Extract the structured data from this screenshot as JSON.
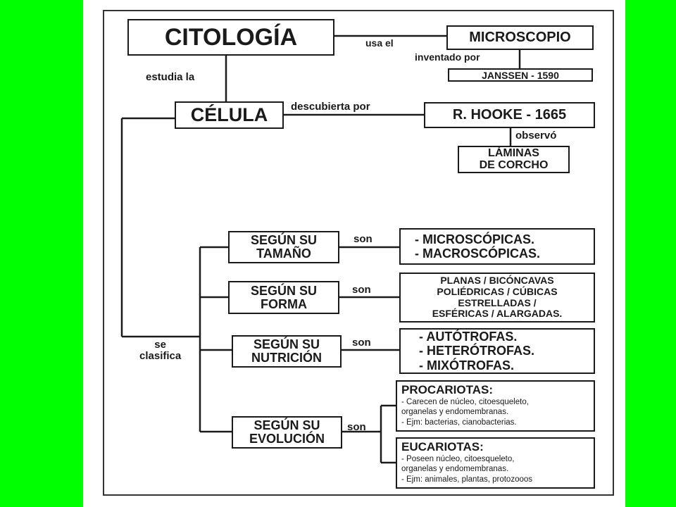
{
  "title": "CITOLOGÍA",
  "microscope": {
    "connector": "usa el",
    "name": "MICROSCOPIO",
    "inventor_connector": "inventado por",
    "inventor": "JANSSEN - 1590"
  },
  "studies_connector": "estudia la",
  "cell": {
    "name": "CÉLULA",
    "discovered_connector": "descubierta por",
    "discoverer": "R. HOOKE - 1665",
    "observed_connector": "observó",
    "observed": [
      "LÁMINAS",
      "DE CORCHO"
    ]
  },
  "classify_label": [
    "se",
    "clasifica"
  ],
  "categories": [
    {
      "label": [
        "SEGÚN SU",
        "TAMAÑO"
      ],
      "connector": "son",
      "items": [
        "- MICROSCÓPICAS.",
        "- MACROSCÓPICAS."
      ]
    },
    {
      "label": [
        "SEGÚN SU",
        "FORMA"
      ],
      "connector": "son",
      "items": [
        "PLANAS / BICÓNCAVAS",
        "POLIÉDRICAS / CÚBICAS",
        "ESTRELLADAS /",
        "ESFÉRICAS / ALARGADAS."
      ]
    },
    {
      "label": [
        "SEGÚN SU",
        "NUTRICIÓN"
      ],
      "connector": "son",
      "items": [
        "- AUTÓTROFAS.",
        "- HETERÓTROFAS.",
        "- MIXÓTROFAS."
      ]
    },
    {
      "label": [
        "SEGÚN SU",
        "EVOLUCIÓN"
      ],
      "connector": "son",
      "groups": [
        {
          "title": "PROCARIOTAS:",
          "lines": [
            "- Carecen de núcleo, citoesqueleto,",
            "organelas y endomembranas.",
            "- Ejm: bacterias, cianobacterias."
          ]
        },
        {
          "title": "EUCARIOTAS:",
          "lines": [
            "- Poseen núcleo, citoesqueleto,",
            "organelas y endomembranas.",
            "- Ejm: animales, plantas, protozooos"
          ]
        }
      ]
    }
  ]
}
